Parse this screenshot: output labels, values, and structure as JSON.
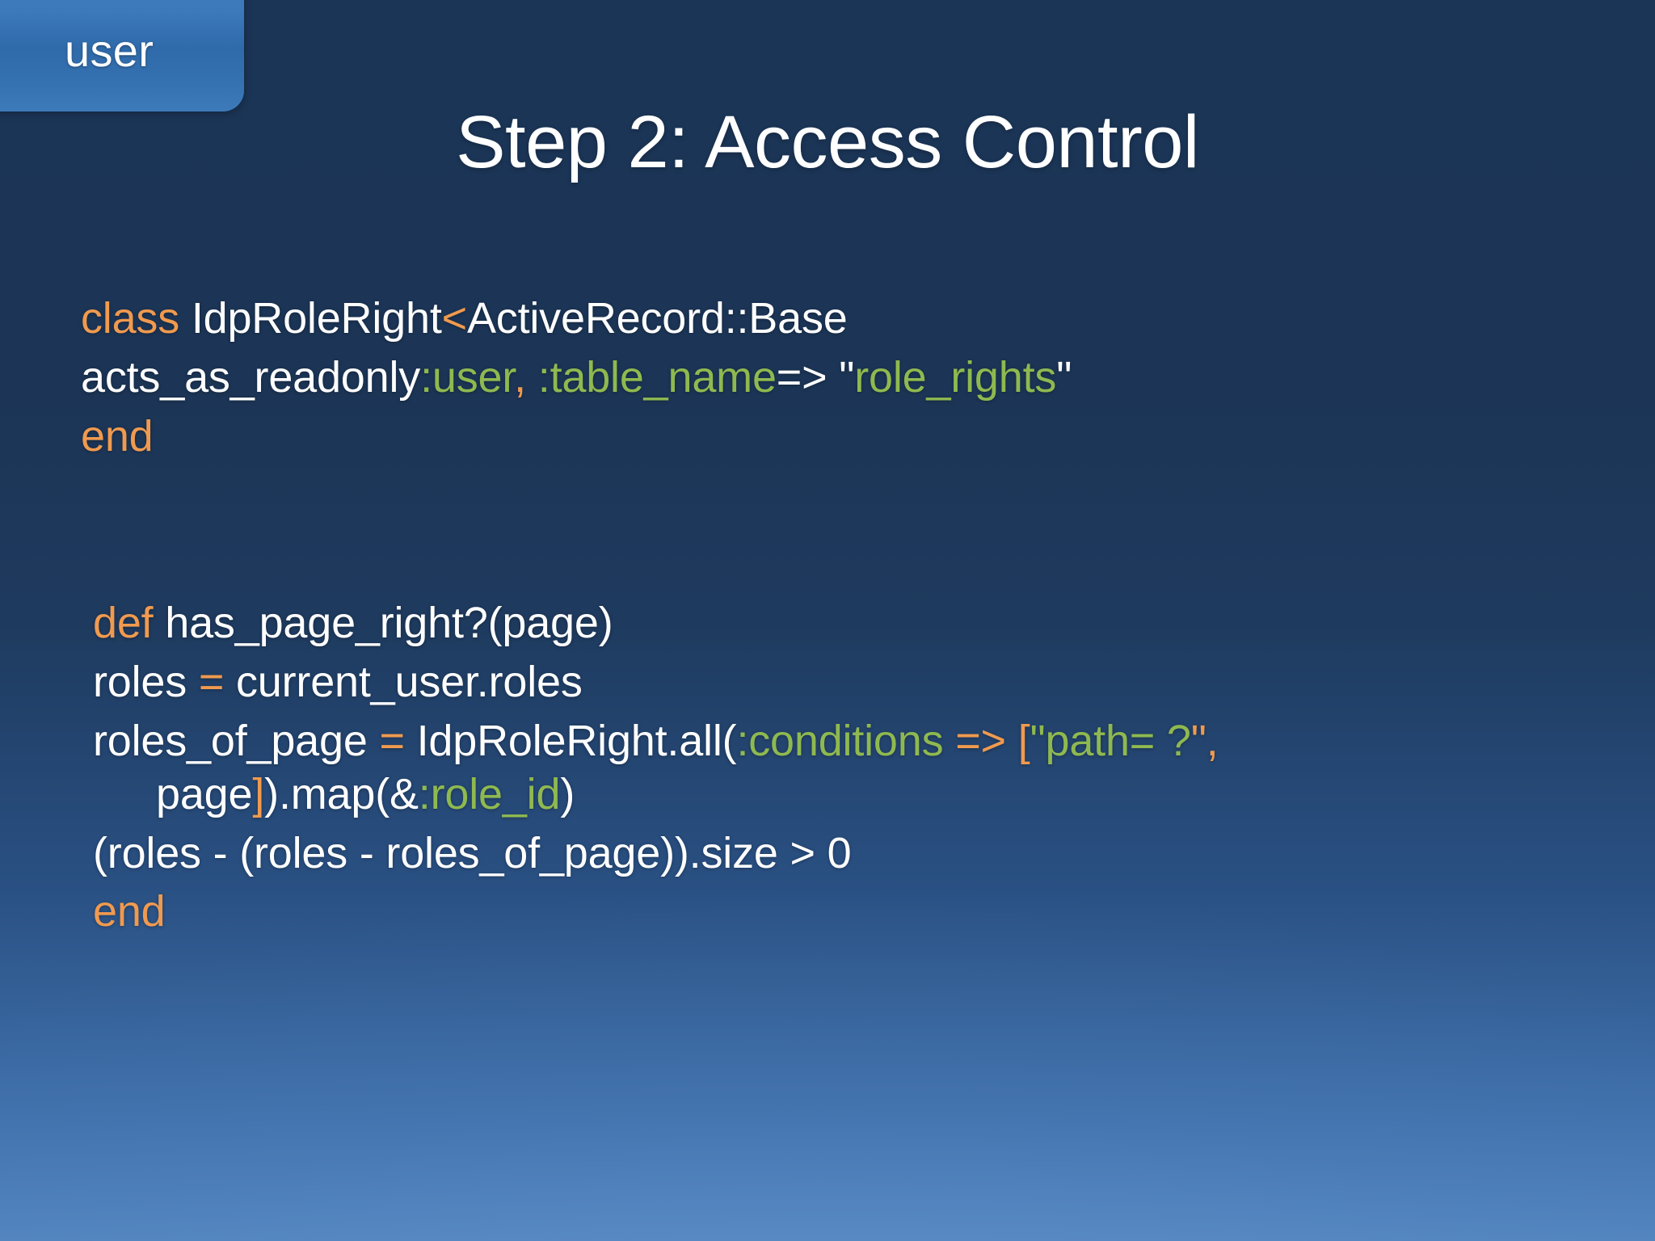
{
  "slide": {
    "title": "Step 2: Access Control",
    "badge_label": "user",
    "colors": {
      "background_top": "#1b3557",
      "background_bottom": "#5183bd",
      "badge_fill": "#3a78ba",
      "keyword": "#f09a4f",
      "symbol": "#8fb950",
      "plain_text": "#ffffff"
    }
  },
  "code_block_1": {
    "line1": {
      "kw": "class",
      "name": " IdpRoleRight",
      "op": "<",
      "superclass": "ActiveRecord::Base"
    },
    "line2": {
      "method": "acts_as_readonly",
      "sym_user": ":user",
      "comma": ",",
      "sym_table": " :table_name",
      "arrow": "=> ",
      "quote_open": "\"",
      "string": "role_rights",
      "quote_close": "\""
    },
    "line3": {
      "kw": "end"
    }
  },
  "code_block_2": {
    "line1": {
      "kw": "def",
      "signature": " has_page_right?(page)"
    },
    "line2": {
      "lhs": "roles ",
      "op": "=",
      "rhs": " current_user.roles"
    },
    "line3": {
      "lhs": "roles_of_page ",
      "op": "=",
      "call": " IdpRoleRight.all(",
      "sym_conditions": ":conditions",
      "arrow": " => ",
      "bracket_open": "[",
      "quote_open": "\"",
      "string_part1": "path",
      "string_part2": "= ?",
      "quote_close": "\"",
      "comma": ",",
      "arg": " page",
      "bracket_close": "]",
      "map_call": ").map(&",
      "sym_role_id": ":role_id",
      "paren_close": ")"
    },
    "line4": {
      "expr": "(roles - (roles - roles_of_page)).size > 0"
    },
    "line5": {
      "kw": "end"
    }
  }
}
